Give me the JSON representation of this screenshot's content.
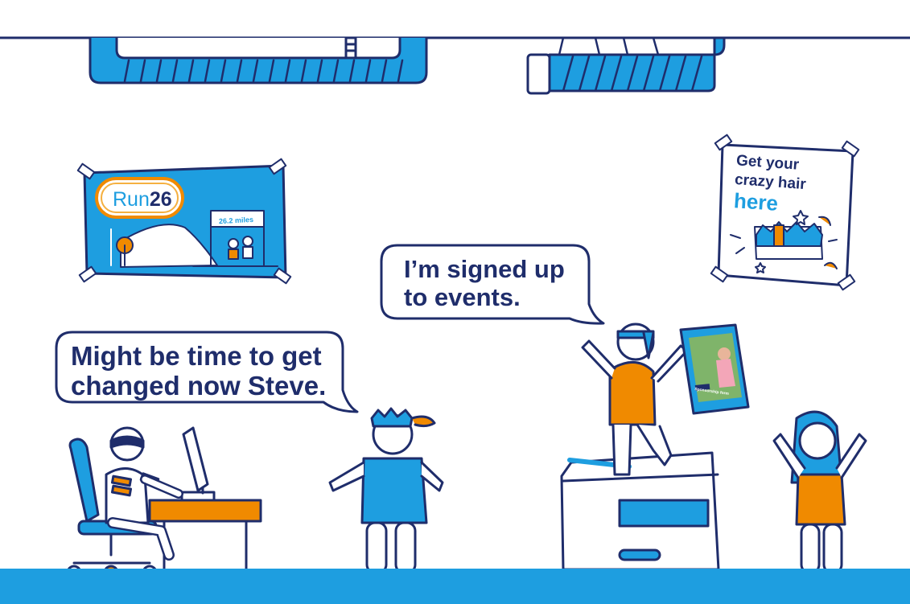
{
  "scene": {
    "speech_bubbles": [
      {
        "line1": "Might be time to get",
        "line2": "changed now Steve."
      },
      {
        "line1": "I’m signed up",
        "line2": "to events."
      }
    ],
    "poster_run26": {
      "brand": "Run",
      "number": "26",
      "miles": "26.2 miles"
    },
    "poster_hair": {
      "line1": "Get your",
      "line2": "crazy hair",
      "line3": "here"
    },
    "form_label": "Sponsorship form"
  },
  "colors": {
    "navy": "#1f2d6b",
    "blue": "#1e9ee0",
    "orange": "#f08a00",
    "floor": "#1e9ee0"
  }
}
